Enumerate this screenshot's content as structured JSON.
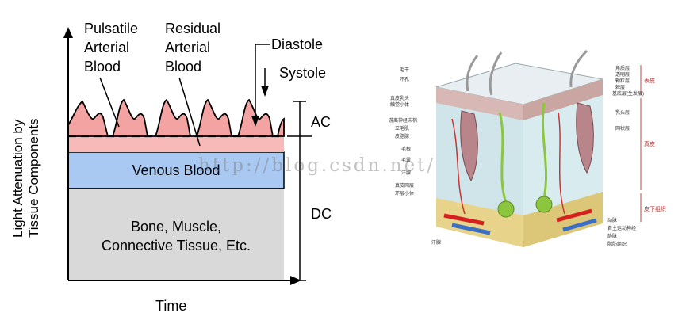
{
  "diagram": {
    "y_axis_label_line1": "Light Attenuation by",
    "y_axis_label_line2": "Tissue Components",
    "x_axis_label": "Time",
    "annotations": {
      "pulsatile": [
        "Pulsatile",
        "Arterial",
        "Blood"
      ],
      "residual": [
        "Residual",
        "Arterial",
        "Blood"
      ],
      "diastole": "Diastole",
      "systole": "Systole"
    },
    "regions": {
      "venous": "Venous Blood",
      "bone_line1": "Bone, Muscle,",
      "bone_line2": "Connective Tissue, Etc."
    },
    "brackets": {
      "ac": "AC",
      "dc": "DC"
    },
    "colors": {
      "pulsatile": "#f4a3a3",
      "residual": "#f8b9b9",
      "venous": "#a9c9f2",
      "tissue": "#d9d9d9"
    }
  },
  "skin_illustration": {
    "labels_left": [
      "毛干",
      "汗孔",
      "真皮乳头",
      "触觉小体",
      "游离神经末梢",
      "立毛肌",
      "皮脂腺",
      "毛根",
      "毛囊",
      "汗腺",
      "真皮网层",
      "环层小体"
    ],
    "labels_right_top": [
      "角质层",
      "透明层",
      "颗粒层",
      "棘层",
      "基底层(生发层)",
      "乳头层",
      "网状层"
    ],
    "labels_right_bottom": [
      "动脉",
      "自主运动神经",
      "静脉",
      "脂肪组织"
    ],
    "labels_bottom": [
      "汗腺"
    ],
    "layer_labels": {
      "epidermis": "表皮",
      "dermis": "真皮",
      "subcutis": "皮下组织"
    }
  },
  "watermark": "http://blog.csdn.net/"
}
